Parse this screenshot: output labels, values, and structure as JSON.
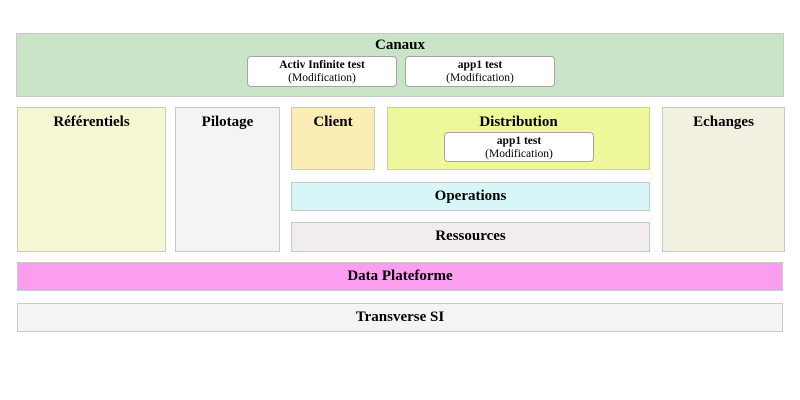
{
  "diagram": {
    "canaux": {
      "label": "Canaux",
      "bg": "#c9e4c6",
      "apps": [
        {
          "title": "Activ Infinite test",
          "subtitle": "(Modification)"
        },
        {
          "title": "app1 test",
          "subtitle": "(Modification)"
        }
      ]
    },
    "referentiels": {
      "label": "Référentiels",
      "bg": "#f5f7d2"
    },
    "pilotage": {
      "label": "Pilotage",
      "bg": "#f4f4f4"
    },
    "client": {
      "label": "Client",
      "bg": "#fcedb4"
    },
    "distribution": {
      "label": "Distribution",
      "bg": "#eff79b",
      "apps": [
        {
          "title": "app1 test",
          "subtitle": "(Modification)"
        }
      ]
    },
    "operations": {
      "label": "Operations",
      "bg": "#d8f6f8"
    },
    "ressources": {
      "label": "Ressources",
      "bg": "#f2eded"
    },
    "echanges": {
      "label": "Echanges",
      "bg": "#f2f0e0"
    },
    "data_plateforme": {
      "label": "Data Plateforme",
      "bg": "#fb9ef0"
    },
    "transverse_si": {
      "label": "Transverse SI",
      "bg": "#f4f4f4"
    }
  }
}
